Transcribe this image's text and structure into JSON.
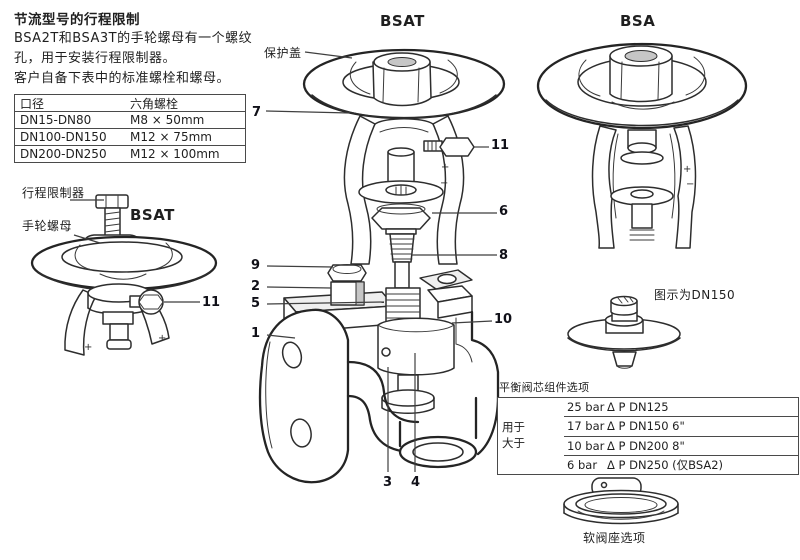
{
  "doc": {
    "title": "节流型号的行程限制",
    "para": [
      "BSA2T和BSA3T的手轮螺母有一个螺纹",
      "孔，用于安装行程限制器。",
      "客户自备下表中的标准螺栓和螺母。"
    ]
  },
  "bolt_table": {
    "col_headers": [
      "口径",
      "六角螺栓"
    ],
    "rows": [
      {
        "size": "DN15-DN80",
        "bolt": "M8 × 50mm"
      },
      {
        "size": "DN100-DN150",
        "bolt": "M12 × 75mm"
      },
      {
        "size": "DN200-DN250",
        "bolt": "M12 × 100mm"
      }
    ]
  },
  "limiter_figure": {
    "label_travel_limiter": "行程限制器",
    "label_handwheel_nut": "手轮螺母",
    "model": "BSAT",
    "callout_11": "11"
  },
  "bsat_figure": {
    "title": "BSAT",
    "label_protection_cap": "保护盖",
    "callouts": {
      "n1": "1",
      "n2": "2",
      "n3": "3",
      "n4": "4",
      "n5": "5",
      "n6": "6",
      "n7": "7",
      "n8": "8",
      "n9": "9",
      "n10": "10",
      "n11": "11"
    },
    "marks": {
      "plus": "+",
      "minus": "−"
    }
  },
  "bsa_figure": {
    "title": "BSA",
    "marks": {
      "plus": "+",
      "minus": "−"
    }
  },
  "balanced_disc_figure": {
    "caption": "图示为DN150"
  },
  "balance_options_table": {
    "title": "平衡阀芯组件选项",
    "side_label_line1": "用于",
    "side_label_line2": "大于",
    "rows": [
      {
        "pressure": "25 bar",
        "spec": "Δ P DN125"
      },
      {
        "pressure": "17 bar",
        "spec": "Δ P DN150 6\""
      },
      {
        "pressure": "10 bar",
        "spec": "Δ P DN200 8\""
      },
      {
        "pressure": "6 bar",
        "spec": "Δ P DN250 (仅BSA2)"
      }
    ]
  },
  "soft_seat_figure": {
    "caption": "软阀座选项"
  },
  "colors": {
    "ink": "#1f1f1f",
    "line": "#2d2d2d"
  }
}
